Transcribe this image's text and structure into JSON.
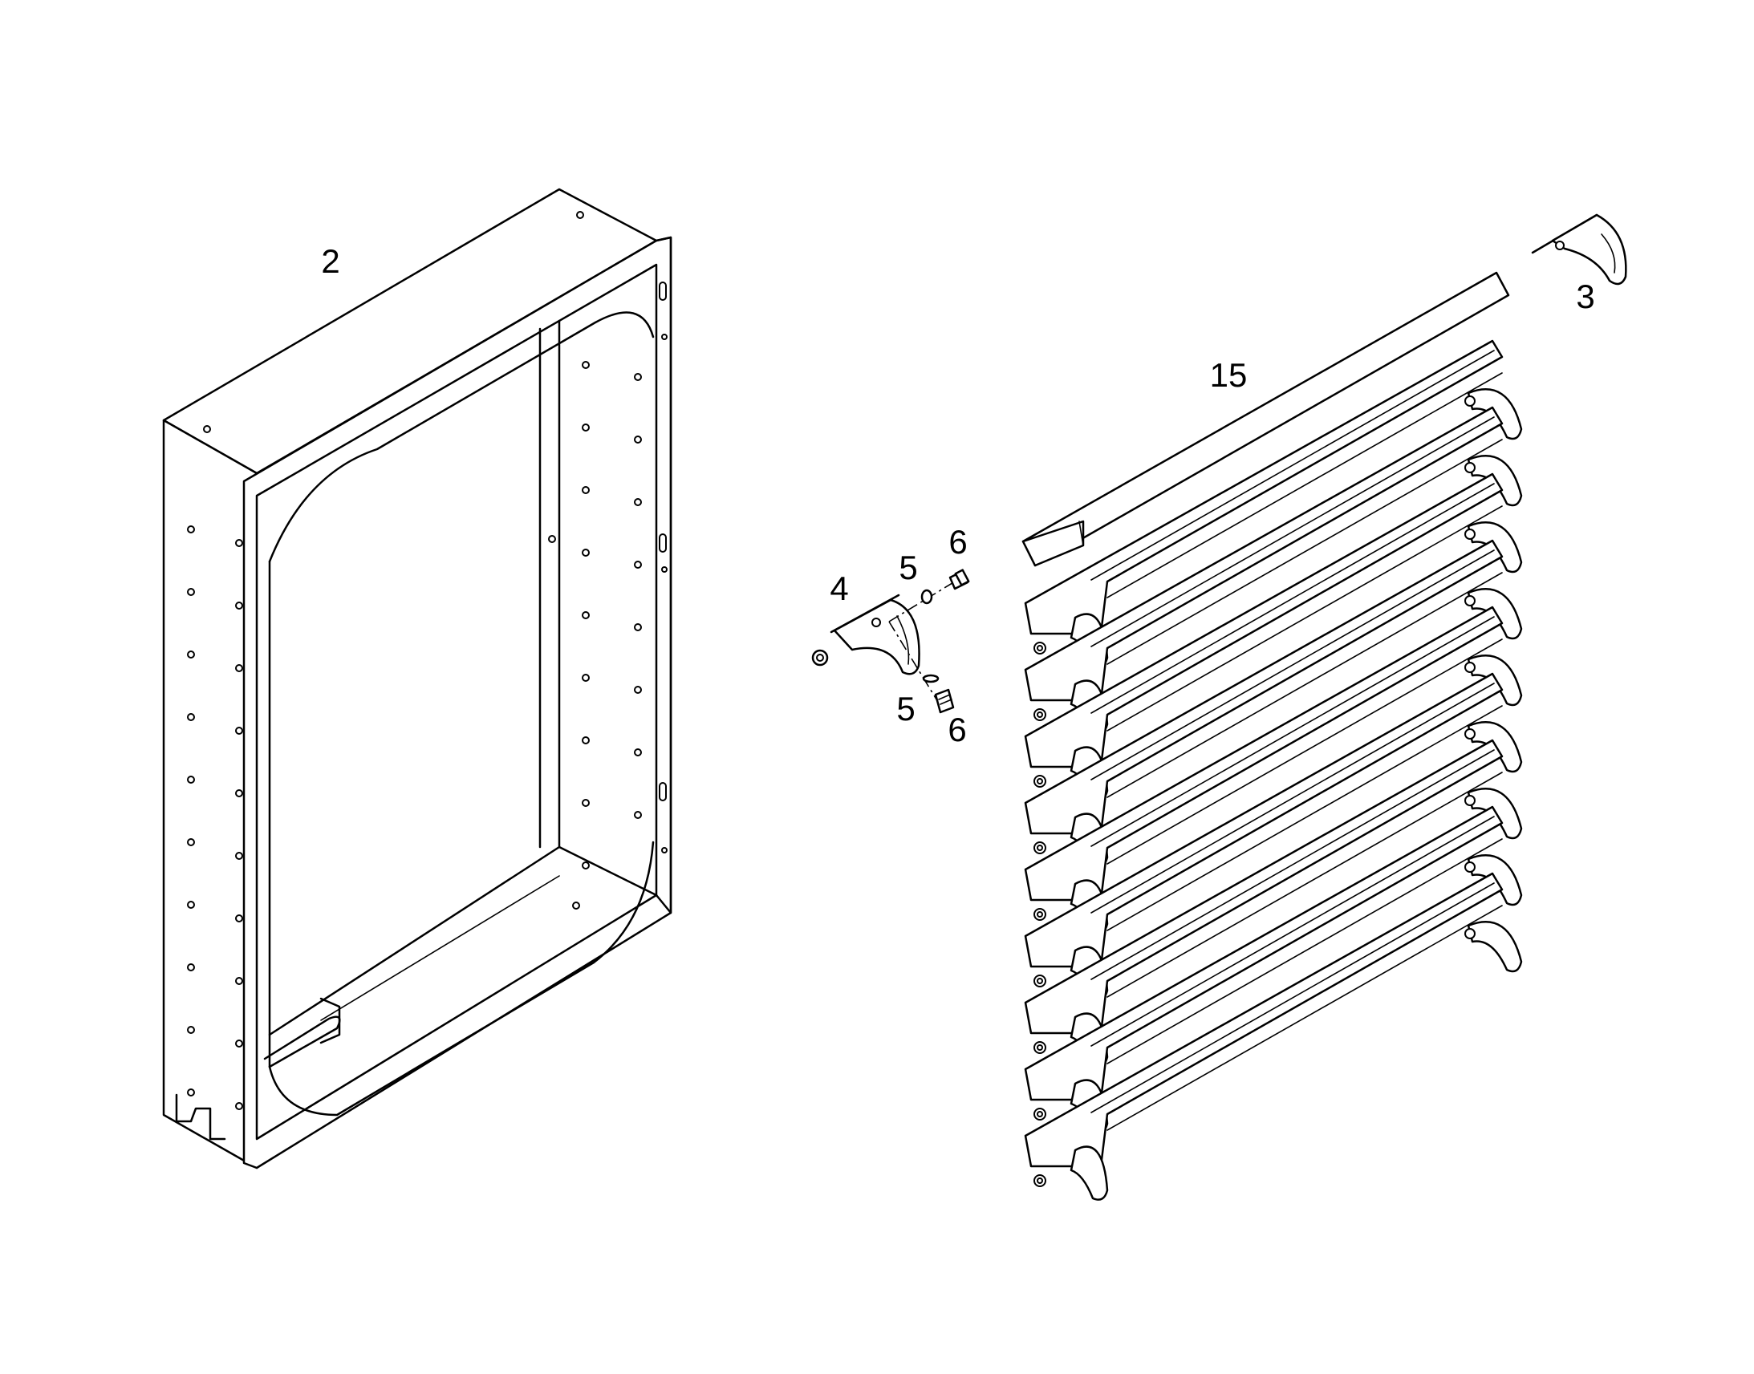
{
  "callouts": {
    "frame": "2",
    "top_cap": "3",
    "bracket": "4",
    "washer_top": "5",
    "screw_top": "6",
    "washer_bottom": "5",
    "screw_bottom": "6",
    "louver_assembly": "15"
  },
  "louver_blade_count": 9
}
